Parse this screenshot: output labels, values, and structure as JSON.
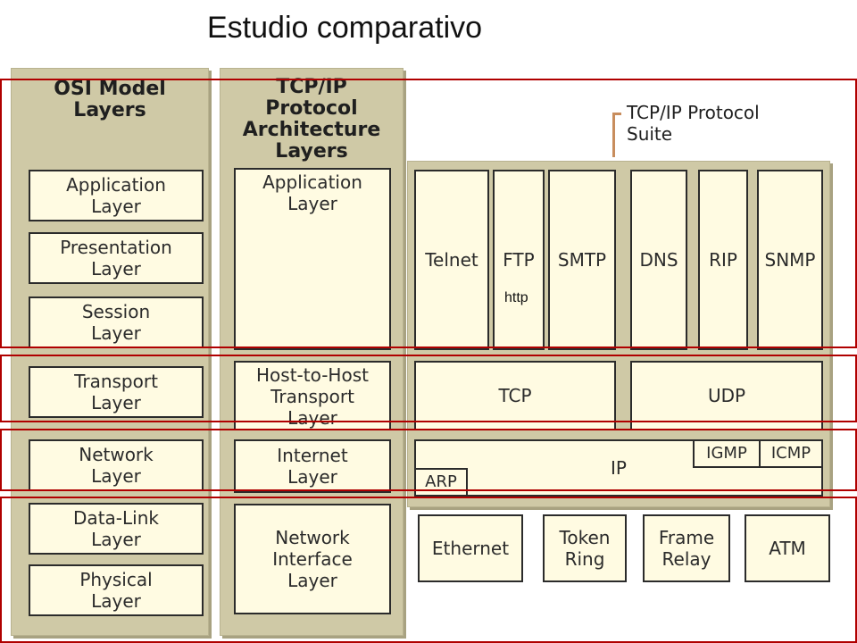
{
  "title": "Estudio comparativo",
  "colors": {
    "panel": "#cfc9a6",
    "cell": "#fffbe2",
    "border": "#2b2b2b",
    "brace": "#c88d5d",
    "highlight": "#b00000"
  },
  "osi": {
    "header_line1": "OSI Model",
    "header_line2": "Layers",
    "layers": [
      {
        "l1": "Application",
        "l2": "Layer"
      },
      {
        "l1": "Presentation",
        "l2": "Layer"
      },
      {
        "l1": "Session",
        "l2": "Layer"
      },
      {
        "l1": "Transport",
        "l2": "Layer"
      },
      {
        "l1": "Network",
        "l2": "Layer"
      },
      {
        "l1": "Data-Link",
        "l2": "Layer"
      },
      {
        "l1": "Physical",
        "l2": "Layer"
      }
    ]
  },
  "tcpip": {
    "header": [
      "TCP/IP",
      "Protocol",
      "Architecture",
      "Layers"
    ],
    "layers": [
      {
        "lines": [
          "Application",
          "Layer"
        ]
      },
      {
        "lines": [
          "Host-to-Host",
          "Transport",
          "Layer"
        ]
      },
      {
        "lines": [
          "Internet",
          "Layer"
        ]
      },
      {
        "lines": [
          "Network",
          "Interface",
          "Layer"
        ]
      }
    ]
  },
  "suite": {
    "label_line1": "TCP/IP Protocol",
    "label_line2": "Suite",
    "app_protocols": [
      "Telnet",
      "FTP",
      "SMTP",
      "DNS",
      "RIP",
      "SNMP"
    ],
    "annotation": "http",
    "transport": [
      "TCP",
      "UDP"
    ],
    "internet": {
      "main": "IP",
      "igmp": "IGMP",
      "icmp": "ICMP",
      "arp": "ARP"
    },
    "link": [
      {
        "lines": [
          "Ethernet"
        ]
      },
      {
        "lines": [
          "Token",
          "Ring"
        ]
      },
      {
        "lines": [
          "Frame",
          "Relay"
        ]
      },
      {
        "lines": [
          "ATM"
        ]
      }
    ]
  }
}
